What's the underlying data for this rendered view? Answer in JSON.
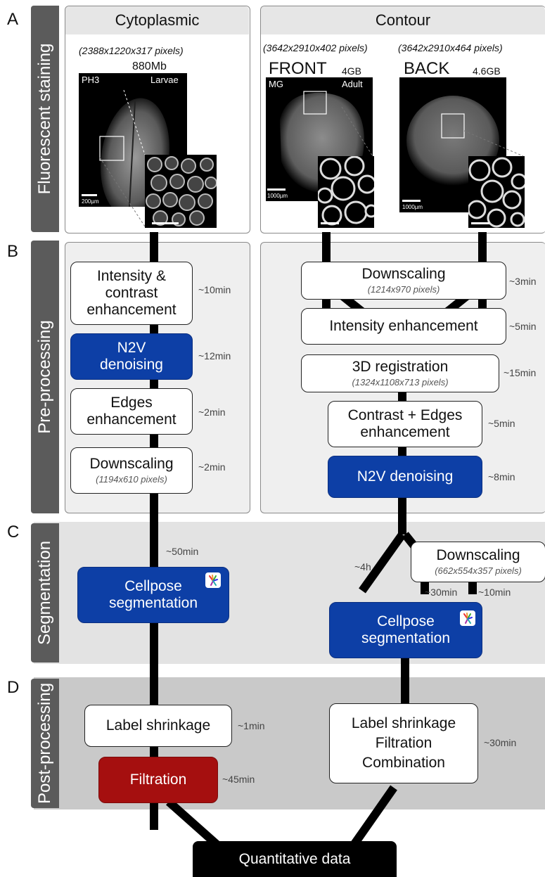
{
  "sections": {
    "A": {
      "letter": "A",
      "label": "Fluorescent staining"
    },
    "B": {
      "letter": "B",
      "label": "Pre-processing"
    },
    "C": {
      "letter": "C",
      "label": "Segmentation"
    },
    "D": {
      "letter": "D",
      "label": "Post-processing"
    }
  },
  "staining": {
    "cytoplasmic": {
      "title": "Cytoplasmic",
      "dims": "(2388x1220x317 pixels)",
      "size": "880Mb",
      "marker": "PH3",
      "stage": "Larvae",
      "scalebar": "200µm"
    },
    "contour": {
      "title": "Contour",
      "front": {
        "dims": "(3642x2910x402 pixels)",
        "label": "FRONT",
        "size": "4GB",
        "marker": "MG",
        "stage": "Adult",
        "scalebar": "1000µm"
      },
      "back": {
        "dims": "(3642x2910x464 pixels)",
        "label": "BACK",
        "size": "4.6GB",
        "scalebar": "1000µm"
      }
    }
  },
  "left_pipeline": {
    "intensity": {
      "line1": "Intensity &",
      "line2": "contrast",
      "line3": "enhancement",
      "time": "~10min"
    },
    "n2v": {
      "line1": "N2V",
      "line2": "denoising",
      "time": "~12min"
    },
    "edges": {
      "line1": "Edges",
      "line2": "enhancement",
      "time": "~2min"
    },
    "downscaling": {
      "label": "Downscaling",
      "dims": "(1194x610 pixels)",
      "time": "~2min"
    },
    "seg_time": "~50min",
    "cellpose": {
      "line1": "Cellpose",
      "line2": "segmentation"
    },
    "shrink": {
      "label": "Label shrinkage",
      "time": "~1min"
    },
    "filtration": {
      "label": "Filtration",
      "time": "~45min"
    }
  },
  "right_pipeline": {
    "downscaling": {
      "label": "Downscaling",
      "dims": "(1214x970 pixels)",
      "time": "~3min"
    },
    "intensity": {
      "label": "Intensity enhancement",
      "time": "~5min"
    },
    "registration": {
      "label": "3D registration",
      "dims": "(1324x1108x713 pixels)",
      "time": "~15min"
    },
    "contrast": {
      "line1": "Contrast + Edges",
      "line2": "enhancement",
      "time": "~5min"
    },
    "n2v": {
      "label": "N2V denoising",
      "time": "~8min"
    },
    "seg_time_left": "~4h",
    "downscaling2": {
      "label": "Downscaling",
      "dims": "(662x554x357 pixels)",
      "time_a": "~30min",
      "time_b": "~10min"
    },
    "cellpose": {
      "line1": "Cellpose",
      "line2": "segmentation"
    },
    "post": {
      "line1": "Label shrinkage",
      "line2": "Filtration",
      "line3": "Combination",
      "time": "~30min"
    }
  },
  "output": {
    "label": "Quantitative data"
  },
  "colors": {
    "blue": "#0d3fa6",
    "red": "#a50f0f",
    "black": "#000000",
    "label_gray": "#5b5b5b"
  },
  "icons": {
    "cellpose": "cellpose-logo-icon"
  }
}
